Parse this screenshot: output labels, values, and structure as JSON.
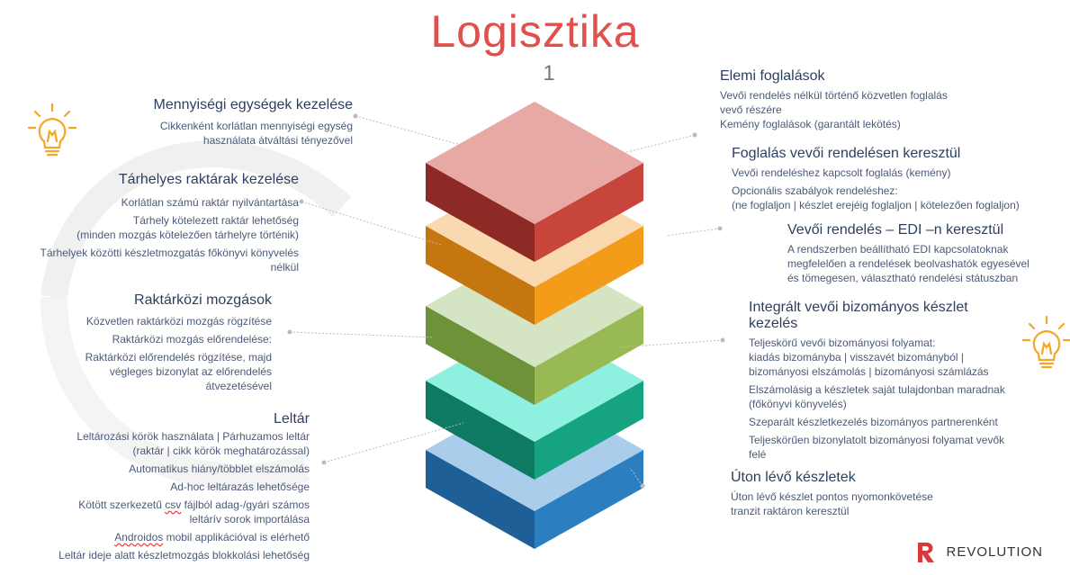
{
  "title": "Logisztika",
  "subtitle": "1",
  "left_sections": [
    {
      "heading": "Mennyiségi egységek kezelése",
      "lines": [
        "Cikkenként korlátlan mennyiségi egység",
        "használata átváltási tényezővel"
      ]
    },
    {
      "heading": "Tárhelyes raktárak kezelése",
      "lines": [
        "Korlátlan számú raktár nyilvántartása",
        "Tárhely kötelezett raktár lehetőség",
        "(minden mozgás kötelezően tárhelyre történik)",
        "Tárhelyek közötti készletmozgatás főkönyvi könyvelés",
        "nélkül"
      ]
    },
    {
      "heading": "Raktárközi mozgások",
      "lines": [
        "Közvetlen raktárközi mozgás rögzítése",
        "Raktárközi mozgás előrendelése:",
        "Raktárközi előrendelés rögzítése, majd",
        "végleges bizonylat az előrendelés",
        "átvezetésével"
      ]
    },
    {
      "heading": "Leltár",
      "lines": [
        "Leltározási körök használata | Párhuzamos leltár",
        "(raktár | cikk körök meghatározással)",
        "Automatikus hiány/többlet elszámolás",
        "Ad-hoc leltárazás lehetősége",
        "Kötött szerkezetű csv fájlból adag-/gyári számos",
        "leltárív sorok importálása",
        "Androidos mobil applikációval is elérhető",
        "Leltár ideje alatt készletmozgás blokkolási lehetőség"
      ]
    }
  ],
  "right_sections": [
    {
      "heading": "Elemi foglalások",
      "lines": [
        "Vevői rendelés nélkül történő közvetlen foglalás",
        "vevő részére",
        "Kemény foglalások (garantált lekötés)"
      ]
    },
    {
      "heading": "Foglalás vevői rendelésen keresztül",
      "lines": [
        "Vevői rendeléshez kapcsolt foglalás (kemény)",
        "Opcionális szabályok rendeléshez:",
        "(ne foglaljon | készlet erejéig foglaljon | kötelezően foglaljon)"
      ]
    },
    {
      "heading": "Vevői rendelés – EDI –n keresztül",
      "lines": [
        "A rendszerben beállítható EDI kapcsolatoknak",
        "megfelelően a rendelések beolvashatók egyesével",
        "és tömegesen, választható rendelési státuszban"
      ]
    },
    {
      "heading": "Integrált vevői bizományos készlet kezelés",
      "heading_lines": [
        "Integrált vevői bizományos készlet",
        "kezelés"
      ],
      "lines": [
        "Teljeskörű vevői bizományosi folyamat:",
        "kiadás bizományba | visszavét bizományból |",
        "bizományosi elszámolás | bizományosi számlázás",
        "Elszámolásig a készletek saját tulajdonban maradnak",
        "(főkönyvi könyvelés)",
        "Szeparált készletkezelés bizományos partnerenként",
        "Teljeskörűen bizonylatolt bizományosi folyamat vevők",
        "felé"
      ]
    },
    {
      "heading": "Úton lévő készletek",
      "lines": [
        "Úton lévő készlet pontos nyomonkövetése",
        "tranzit raktáron keresztül"
      ]
    }
  ],
  "layers": [
    {
      "name": "layer-red",
      "top": "#e8a8a4",
      "left": "#8e2a26",
      "right": "#c8453c"
    },
    {
      "name": "layer-orange",
      "top": "#fbd9b0",
      "left": "#c4770f",
      "right": "#f39c1a"
    },
    {
      "name": "layer-green",
      "top": "#d5e4c3",
      "left": "#6e9239",
      "right": "#99b955"
    },
    {
      "name": "layer-teal",
      "top": "#8ef0df",
      "left": "#0e7a62",
      "right": "#16a382"
    },
    {
      "name": "layer-blue",
      "top": "#a9cdeb",
      "left": "#1f5f98",
      "right": "#2b7fc0"
    }
  ],
  "logo": {
    "text": "REVOLUTION",
    "color": "#d63a3a"
  },
  "colors": {
    "title": "#e0504c",
    "heading": "#2d3f5e",
    "body": "#4a5a78",
    "bulb": "#f5a623"
  }
}
